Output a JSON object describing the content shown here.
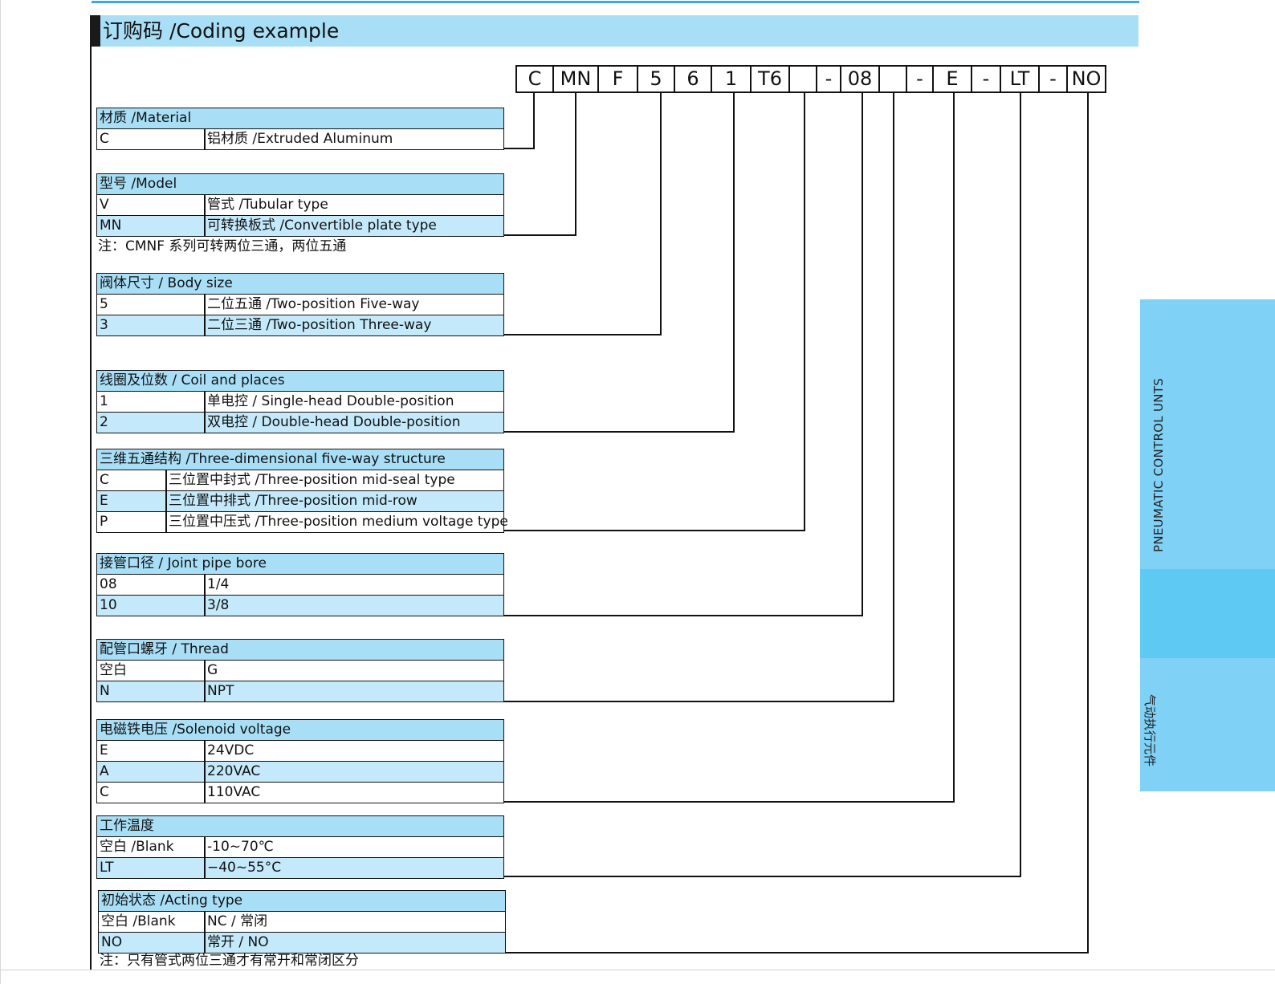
{
  "header": {
    "title": "订购码 /Coding example"
  },
  "code": [
    "C",
    "MN",
    "F",
    "5",
    "6",
    "1",
    "T6",
    "",
    "-",
    "08",
    "",
    "-",
    "E",
    "-",
    "LT",
    "-",
    "NO"
  ],
  "sections": {
    "material": {
      "title": "材质 /Material",
      "rows": [
        [
          "C",
          "铝材质 /Extruded Aluminum"
        ]
      ]
    },
    "model": {
      "title": "型号 /Model",
      "rows": [
        [
          "V",
          "管式 /Tubular type"
        ],
        [
          "MN",
          "可转换板式 /Convertible plate type"
        ]
      ],
      "note": "注：CMNF 系列可转两位三通，两位五通"
    },
    "body_size": {
      "title": "阀体尺寸 / Body size",
      "rows": [
        [
          "5",
          "二位五通 /Two-position Five-way"
        ],
        [
          "3",
          "二位三通 /Two-position Three-way"
        ]
      ]
    },
    "coil": {
      "title": "线圈及位数 / Coil and places",
      "rows": [
        [
          "1",
          "单电控 / Single-head Double-position"
        ],
        [
          "2",
          "双电控 / Double-head Double-position"
        ]
      ]
    },
    "structure": {
      "title": "三维五通结构 /Three-dimensional five-way structure",
      "rows": [
        [
          "C",
          "三位置中封式 /Three-position mid-seal type"
        ],
        [
          "E",
          "三位置中排式 /Three-position mid-row"
        ],
        [
          "P",
          "三位置中压式 /Three-position medium voltage type"
        ]
      ]
    },
    "bore": {
      "title": "接管口径 / Joint pipe bore",
      "rows": [
        [
          "08",
          "1/4"
        ],
        [
          "10",
          "3/8"
        ]
      ]
    },
    "thread": {
      "title": "配管口螺牙 / Thread",
      "rows": [
        [
          "空白",
          "G"
        ],
        [
          "N",
          "NPT"
        ]
      ]
    },
    "voltage": {
      "title": "电磁铁电压 /Solenoid voltage",
      "rows": [
        [
          "E",
          "24VDC"
        ],
        [
          "A",
          "220VAC"
        ],
        [
          "C",
          "110VAC"
        ]
      ]
    },
    "temperature": {
      "title": "工作温度",
      "rows": [
        [
          "空白 /Blank",
          "-10~70℃"
        ],
        [
          "LT",
          "−40~55°C"
        ]
      ]
    },
    "acting": {
      "title": "初始状态 /Acting type",
      "rows": [
        [
          "空白 /Blank",
          "NC / 常闭"
        ],
        [
          "NO",
          "常开 / NO"
        ]
      ],
      "note": "注：只有管式两位三通才有常开和常闭区分"
    }
  },
  "side_tab": {
    "en": "PNEUMATIC CONTROL UNTS",
    "zh": "气动执行元件"
  }
}
